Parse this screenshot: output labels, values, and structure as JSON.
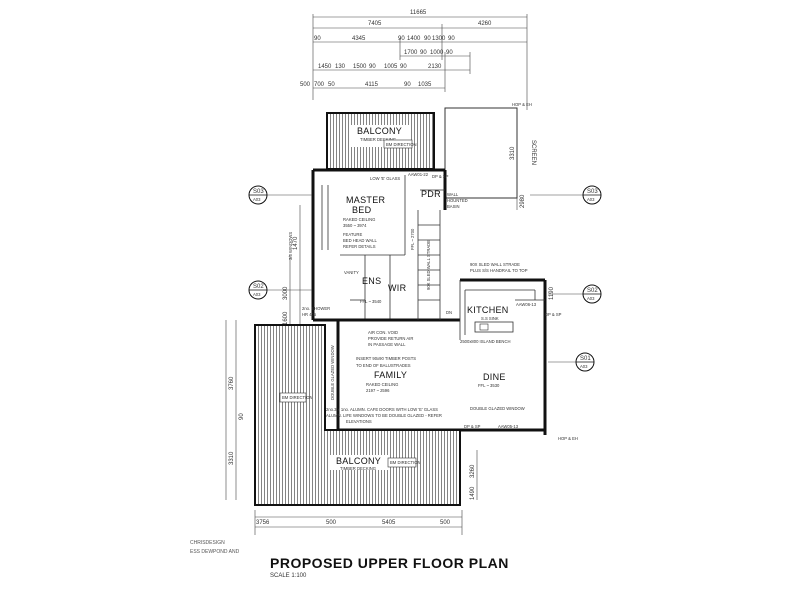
{
  "title": "PROPOSED UPPER FLOOR PLAN",
  "scale": "SCALE 1:100",
  "stamps": [
    "CHRISDESIGN",
    "ESS DEWPOND AND"
  ],
  "dimensions": {
    "top_overall": "11665",
    "top_row2": [
      "7405",
      "4260"
    ],
    "top_row3": [
      "90",
      "4345",
      "90",
      "1400",
      "90",
      "1300",
      "90"
    ],
    "top_row4": [
      "1700",
      "90",
      "1000",
      "90"
    ],
    "top_row5": [
      "1450",
      "130",
      "1500",
      "90",
      "1005",
      "90",
      "2130"
    ],
    "top_row6": [
      "500",
      "700",
      "50",
      "4115",
      "90",
      "1035"
    ],
    "left_col": [
      "1470",
      "3760",
      "3000",
      "3310",
      "1600",
      "90"
    ],
    "bottom_row1": [
      "3756",
      "500",
      "5405",
      "500"
    ],
    "right_col": [
      "3310",
      "2980",
      "3260",
      "1490"
    ],
    "right_mid": [
      "1190"
    ]
  },
  "rooms": {
    "balcony_upper": "BALCONY",
    "balcony_upper_note": "TIMBER DECKING",
    "master_bed": [
      "MASTER",
      "BED"
    ],
    "master_note": [
      "RAKED CEILING",
      "3550 ~ 3974"
    ],
    "feature": [
      "FEATURE",
      "BED HEAD WALL",
      "REFER DETAILS"
    ],
    "pdr": "PDR",
    "pdr_note": [
      "WALL",
      "HOUNTED",
      "BASIN"
    ],
    "ens": "ENS",
    "wir": "WIR",
    "kitchen": "KITCHEN",
    "kitchen_note": "S.S SINK",
    "island": "2500x800 ISLAND BENCH",
    "family": "FAMILY",
    "family_note": [
      "RAKED CEILING",
      "2197 ~ 2596"
    ],
    "dine": "DINE",
    "dine_fl": "FFL ~ 3530",
    "balcony_lower": "BALCONY",
    "balcony_lower_note": "TIMBER DECKING",
    "screen": "SCREEN"
  },
  "notes": {
    "low_glass": "LOW 'E' GLASS",
    "aaw_top": "AAW01-22",
    "dp_sp_top": "DP & SP",
    "hop_eh": "HOP & EH",
    "stair": "90X SLED WALL STRADE",
    "stair2": "PLUS S/S HANDRAIL TO TOP",
    "ffl_stair": "FFL ~ 2700",
    "shower": [
      "2no. SHOWER",
      "HR 405"
    ],
    "windows": "3/3 WINDOWS",
    "return": [
      "AIR CON. VOID",
      "PROVIDE RETURN AIR",
      "IN PASSAGE WALL"
    ],
    "posts": [
      "INSERT 90x90 TIMBER POSTS",
      "TO END OF BALUSTRADES"
    ],
    "cafe_doors": [
      "2no.3 x 1no. ALUMN. CAFE DOORS WITH LOW 'E' GLASS",
      "ALUMN. LIFE WINDOWS TO BE DOUBLE GLAZED - REFER",
      "ELEVATIONS"
    ],
    "double_glazed": "DOUBLE GLAZED WINDOW",
    "double_glazed_v": "DOUBLE GLAZED WINDOW",
    "dp_sp_right": "DP & SP",
    "dp_sp_bottom": "DP & SP",
    "hop_eh_bottom": "HOP & EH",
    "aaw_bottom": "AAW05-13",
    "aaw_right": "AAW06-13",
    "dn": "DN",
    "bm_lf": "BM DIRECTION",
    "ffl_ens": "FFL ~ 3540",
    "vanity": "VANITY"
  },
  "sections": [
    {
      "id": "S03",
      "sheet": "A03"
    },
    {
      "id": "S03",
      "sheet": "A03"
    },
    {
      "id": "S02",
      "sheet": "A03"
    },
    {
      "id": "S02",
      "sheet": "A03"
    },
    {
      "id": "S01",
      "sheet": "A03"
    }
  ],
  "colors": {
    "ink": "#111111",
    "hatch": "#555555",
    "paper": "#ffffff"
  }
}
